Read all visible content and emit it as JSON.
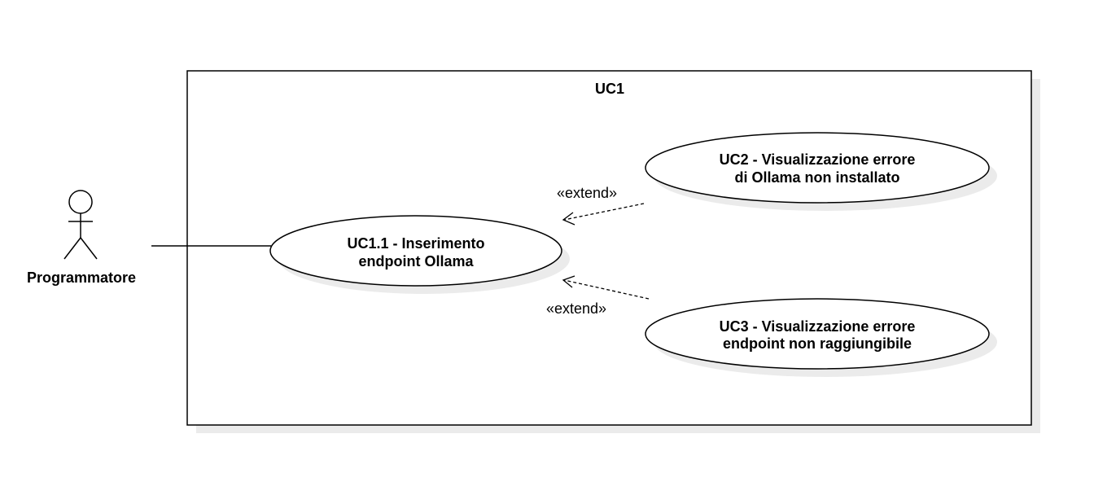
{
  "system": {
    "title": "UC1"
  },
  "actor": {
    "name": "Programmatore"
  },
  "use_cases": [
    {
      "id": "uc1_1",
      "line1": "UC1.1 - Inserimento",
      "line2": "endpoint Ollama"
    },
    {
      "id": "uc2",
      "line1": "UC2 - Visualizzazione errore",
      "line2": "di Ollama non installato"
    },
    {
      "id": "uc3",
      "line1": "UC3 - Visualizzazione errore",
      "line2": "endpoint non raggiungibile"
    }
  ],
  "relations": [
    {
      "from": "uc2",
      "to": "uc1_1",
      "label": "«extend»"
    },
    {
      "from": "uc3",
      "to": "uc1_1",
      "label": "«extend»"
    }
  ],
  "colors": {
    "stroke": "#000000",
    "shadow": "#d9d9d9",
    "fill": "#ffffff"
  }
}
